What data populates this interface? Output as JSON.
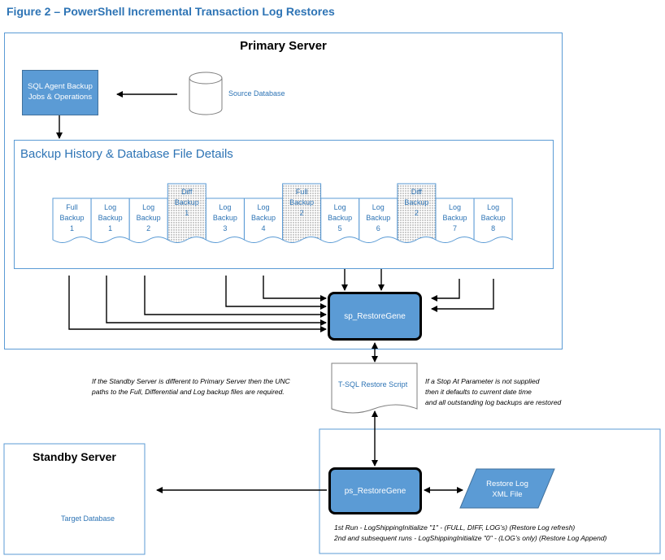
{
  "figure_title": "Figure 2 – PowerShell Incremental Transaction Log Restores",
  "primary_server": {
    "title": "Primary Server",
    "sql_agent_box": "SQL Agent Backup\nJobs & Operations",
    "source_db_label": "Source Database",
    "history": {
      "title": "Backup History & Database File Details",
      "files": [
        {
          "label": "Full\nBackup\n1",
          "style": "plain"
        },
        {
          "label": "Log\nBackup\n1",
          "style": "plain"
        },
        {
          "label": "Log\nBackup\n2",
          "style": "plain"
        },
        {
          "label": "Diff\nBackup\n1",
          "style": "hatched"
        },
        {
          "label": "Log\nBackup\n3",
          "style": "plain"
        },
        {
          "label": "Log\nBackup\n4",
          "style": "plain"
        },
        {
          "label": "Full\nBackup\n2",
          "style": "hatched"
        },
        {
          "label": "Log\nBackup\n5",
          "style": "plain"
        },
        {
          "label": "Log\nBackup\n6",
          "style": "plain"
        },
        {
          "label": "Diff\nBackup\n2",
          "style": "hatched"
        },
        {
          "label": "Log\nBackup\n7",
          "style": "plain"
        },
        {
          "label": "Log\nBackup\n8",
          "style": "plain"
        }
      ]
    },
    "restore_gene_label": "sp_RestoreGene"
  },
  "tsql_script_label": "T-SQL Restore Script",
  "note_unc": "If the Standby Server is different to Primary Server then the UNC\npaths to the Full, Differential and Log backup files are required.",
  "note_stopat": "If a Stop At Parameter is not supplied\nthen it defaults to current date time\nand  all outstanding log backups are restored",
  "standby_server": {
    "title": "Standby Server",
    "target_db_label": "Target Database"
  },
  "ps_box": {
    "restore_gene_label": "ps_RestoreGene",
    "xml_label": "Restore Log\nXML File",
    "run_notes": [
      "1st Run - LogShippingInitialize \"1\" - (FULL, DIFF, LOG’s) (Restore Log refresh)",
      "2nd and subsequent runs - LogShippingInitialize  \"0\" - (LOG’s only) (Restore Log Append)"
    ]
  },
  "colors": {
    "accent_blue": "#5b9bd5",
    "title_blue": "#2e74b5",
    "border_blue": "#41719c"
  },
  "icons": [
    "database-cylinder-icon",
    "document-icon",
    "parallelogram-xml-icon",
    "arrow-icon"
  ]
}
